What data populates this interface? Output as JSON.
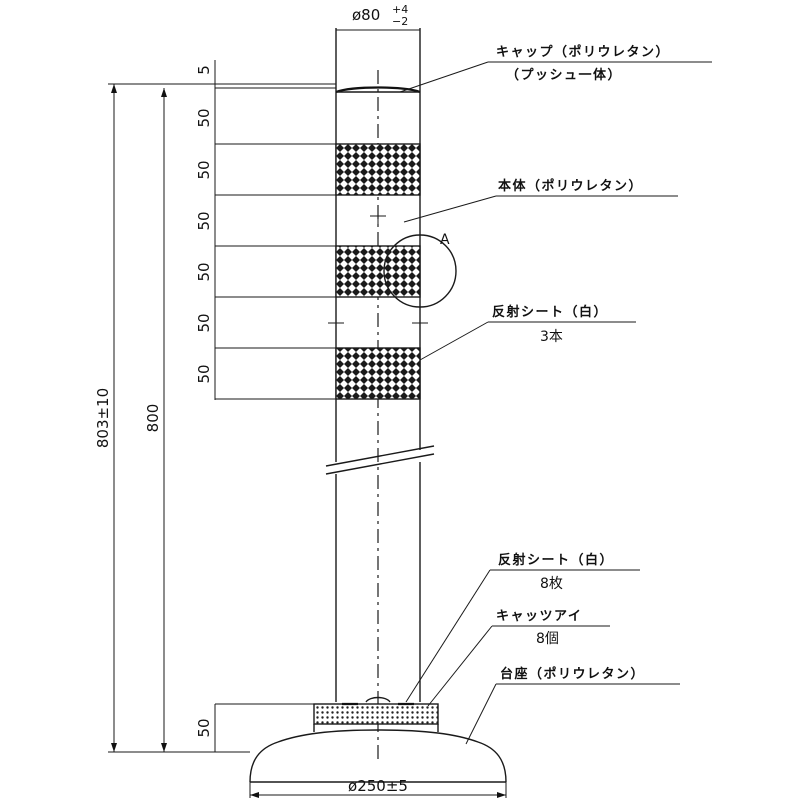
{
  "dimensions": {
    "top_diameter": "ø80",
    "top_tol_plus": "+4",
    "top_tol_minus": "−2",
    "cap_height": "5",
    "segments": [
      "50",
      "50",
      "50",
      "50",
      "50",
      "50"
    ],
    "base_height": "50",
    "total_height": "803±10",
    "body_height": "800",
    "base_diameter": "ø250±5"
  },
  "callouts": {
    "cap_line1": "キャップ（ポリウレタン）",
    "cap_line2": "（プッシュ一体）",
    "body": "本体（ポリウレタン）",
    "detail_marker": "A",
    "reflect_top_line1": "反射シート（白）",
    "reflect_top_line2": "3本",
    "reflect_base_line1": "反射シート（白）",
    "reflect_base_line2": "8枚",
    "eye_line1": "キャッツアイ",
    "eye_line2": "8個",
    "base": "台座（ポリウレタン）"
  }
}
